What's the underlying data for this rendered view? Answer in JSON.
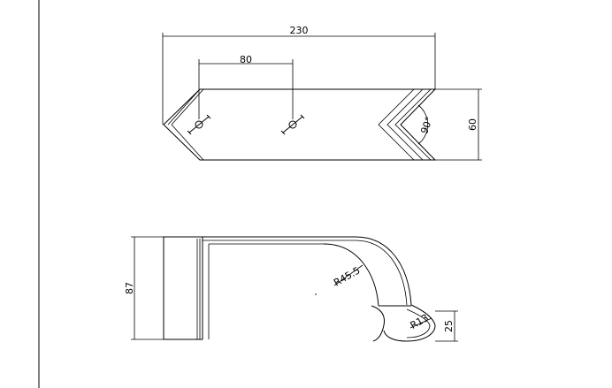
{
  "drawing": {
    "top_view": {
      "overall_length": "230",
      "hole_spacing": "80",
      "height": "60",
      "angle": "90°"
    },
    "side_view": {
      "height": "87",
      "large_radius": "R45.5",
      "small_radius": "R13",
      "lip_height": "25"
    }
  }
}
